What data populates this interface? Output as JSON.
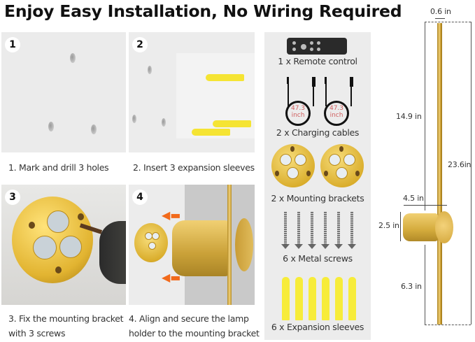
{
  "header": {
    "title": "Enjoy Easy Installation, No Wiring Required"
  },
  "steps": [
    {
      "number": "1",
      "caption": "1. Mark and drill 3 holes"
    },
    {
      "number": "2",
      "caption": "2. Insert 3 expansion sleeves"
    },
    {
      "number": "3",
      "caption_line1": "3. Fix the mounting bracket",
      "caption_line2": "with 3 screws"
    },
    {
      "number": "4",
      "caption_line1": "4. Align and secure the lamp",
      "caption_line2": "holder to the mounting bracket"
    }
  ],
  "kit": {
    "items": [
      {
        "label": "1 x Remote control",
        "icon": "remote-control-icon"
      },
      {
        "label": "2 x Charging cables",
        "icon": "usb-cable-icon",
        "cable_length_value": "47.3",
        "cable_length_unit": "inch"
      },
      {
        "label": "2 x Mounting brackets",
        "icon": "mounting-bracket-icon"
      },
      {
        "label": "6 x Metal screws",
        "icon": "screw-icon"
      },
      {
        "label": "6 x Expansion sleeves",
        "icon": "expansion-sleeve-icon"
      }
    ]
  },
  "dimensions": {
    "width_top": "0.6 in",
    "upper_length": "14.9 in",
    "total_length": "23.6in",
    "holder_depth": "4.5 in",
    "holder_height": "2.5 in",
    "lower_length": "6.3 in"
  },
  "colors": {
    "gold": "#d9ac2a",
    "sleeve_yellow": "#f5e433",
    "arrow_orange": "#f26a1b",
    "panel_gray": "#ececec",
    "cable_text": "#d06060"
  }
}
